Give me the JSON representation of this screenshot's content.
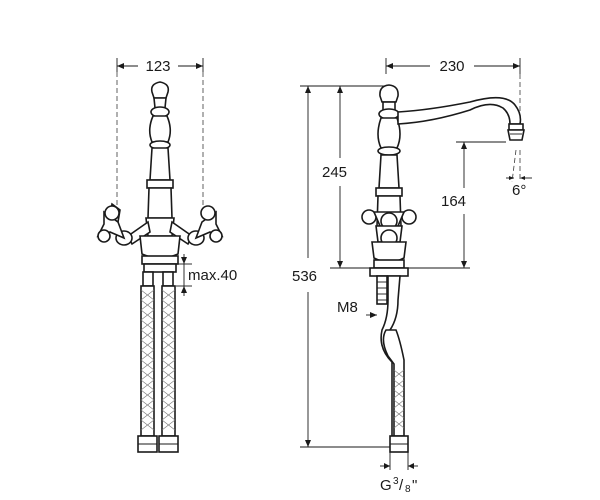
{
  "drawing": {
    "front_view": {
      "width_dim": "123",
      "hose_depth_prefix": "max.",
      "hose_depth_value": "40"
    },
    "side_view": {
      "reach_dim": "230",
      "height_total": "536",
      "height_body": "245",
      "spout_height": "164",
      "spout_angle": "6°",
      "thread_size": "M8",
      "connection_prefix": "G",
      "connection_num": "3",
      "connection_den": "8",
      "connection_suffix": "\""
    }
  }
}
